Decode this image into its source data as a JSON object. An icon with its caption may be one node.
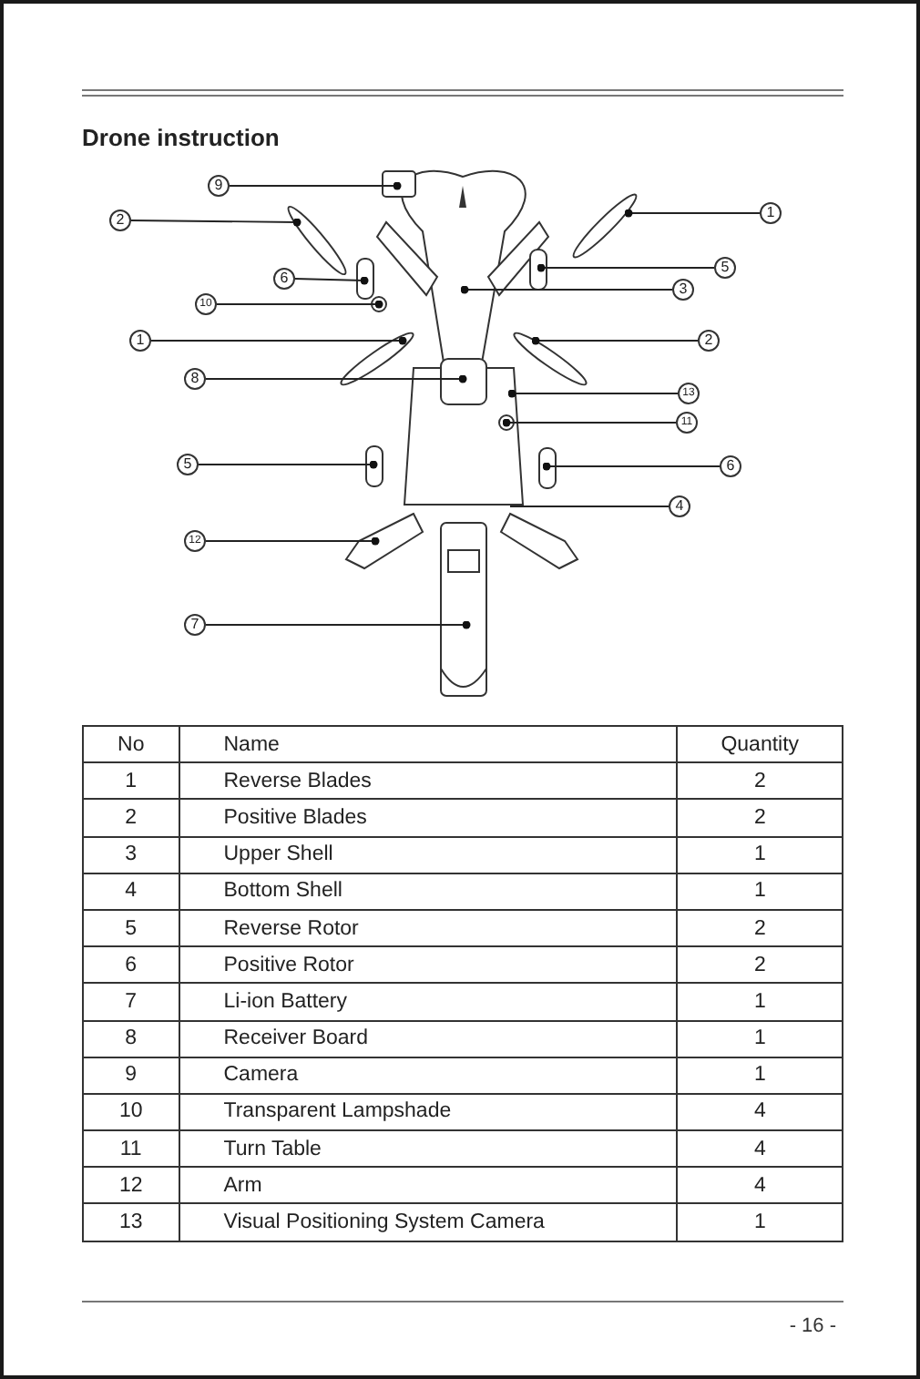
{
  "diagram": {
    "title": "Drone instruction",
    "nodes": [
      {
        "text": [
          "9"
        ]
      },
      {
        "text": [
          "2"
        ]
      },
      {
        "text": [
          "1"
        ]
      },
      {
        "text": [
          "5"
        ]
      },
      {
        "text": [
          "6"
        ]
      },
      {
        "text": [
          "3"
        ]
      },
      {
        "text": [
          "10"
        ]
      },
      {
        "text": [
          "1"
        ]
      },
      {
        "text": [
          "2"
        ]
      },
      {
        "text": [
          "8"
        ]
      },
      {
        "text": [
          "13"
        ]
      },
      {
        "text": [
          "11"
        ]
      },
      {
        "text": [
          "5"
        ]
      },
      {
        "text": [
          "6"
        ]
      },
      {
        "text": [
          "4"
        ]
      },
      {
        "text": [
          "12"
        ]
      },
      {
        "text": [
          "7"
        ]
      },
      {
        "text": [],
        "shape": "picture"
      }
    ],
    "edges": [
      {
        "from": 0,
        "to": 17,
        "arrow": "other"
      },
      {
        "from": 1,
        "to": 17,
        "arrow": "other"
      },
      {
        "from": 2,
        "to": 17,
        "arrow": "other"
      },
      {
        "from": 3,
        "to": 17,
        "arrow": "other"
      },
      {
        "from": 4,
        "to": 17,
        "arrow": "other"
      },
      {
        "from": 5,
        "to": 17,
        "arrow": "other"
      },
      {
        "from": 6,
        "to": 17,
        "arrow": "other"
      },
      {
        "from": 7,
        "to": 17,
        "arrow": "other"
      },
      {
        "from": 8,
        "to": 17,
        "arrow": "other"
      },
      {
        "from": 9,
        "to": 17,
        "arrow": "other"
      },
      {
        "from": 10,
        "to": 17,
        "arrow": "other"
      },
      {
        "from": 11,
        "to": 17,
        "arrow": "other"
      },
      {
        "from": 12,
        "to": 17,
        "arrow": "other"
      },
      {
        "from": 13,
        "to": 17,
        "arrow": "other"
      },
      {
        "from": 14,
        "to": 17,
        "arrow": "none"
      },
      {
        "from": 15,
        "to": 17,
        "arrow": "other"
      },
      {
        "from": 16,
        "to": 17,
        "arrow": "other"
      }
    ],
    "labels": [
      "No",
      "Name",
      "Quantity",
      "1",
      "Reverse Blades",
      "2",
      "2",
      "Positive Blades",
      "2",
      "3",
      "Upper Shell",
      "1",
      "4",
      "Bottom Shell",
      "1",
      "5",
      "Reverse Rotor",
      "2",
      "6",
      "Positive Rotor",
      "2",
      "7",
      "Li-ion Battery",
      "1",
      "8",
      "Receiver Board",
      "1",
      "9",
      "Camera",
      "1",
      "10",
      "Transparent Lampshade",
      "4",
      "11",
      "Turn Table",
      "4",
      "12",
      "Arm",
      "4",
      "13",
      "Visual Positioning System Camera",
      "1",
      "- 16 -"
    ]
  }
}
